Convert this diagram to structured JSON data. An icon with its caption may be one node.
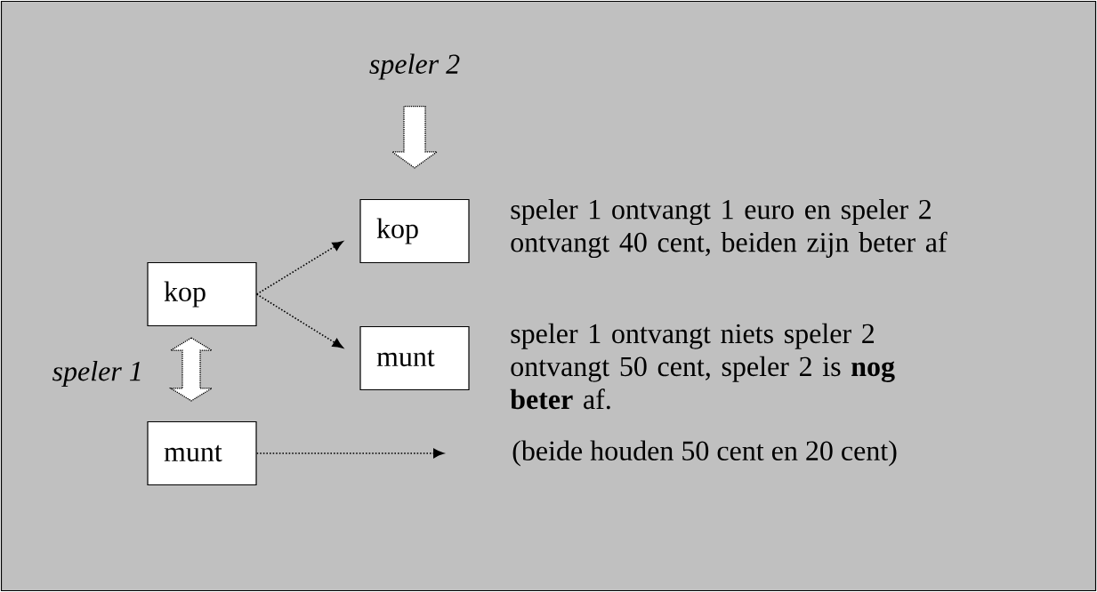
{
  "diagram": {
    "nodes": [
      {
        "text": [
          "speler 2"
        ]
      },
      {
        "text": [
          "kop"
        ],
        "beside": [
          "speler 1 ontvangt 1 euro en speler 2 ontvangt 40 cent, beiden zijn beter af"
        ]
      },
      {
        "text": [
          "kop"
        ]
      },
      {
        "text": [
          "munt"
        ],
        "beside": [
          "speler 1 ontvangt niets speler 2 ontvangt 50 cent, speler 2 is **nog beter** af."
        ]
      },
      {
        "text": [
          "munt"
        ]
      },
      {
        "text": [
          "(beide houden 50 cent en 20 cent)"
        ]
      }
    ],
    "edges": [
      {
        "from": 0,
        "to": 1,
        "arrow": "to",
        "style": "thick"
      },
      {
        "from": 2,
        "to": 1,
        "arrow": "to"
      },
      {
        "from": 2,
        "to": 3,
        "arrow": "to"
      },
      {
        "from": 2,
        "to": 4,
        "arrow": "both",
        "style": "thick",
        "label": "speler 1"
      },
      {
        "from": 4,
        "to": 5,
        "arrow": "to"
      }
    ]
  }
}
